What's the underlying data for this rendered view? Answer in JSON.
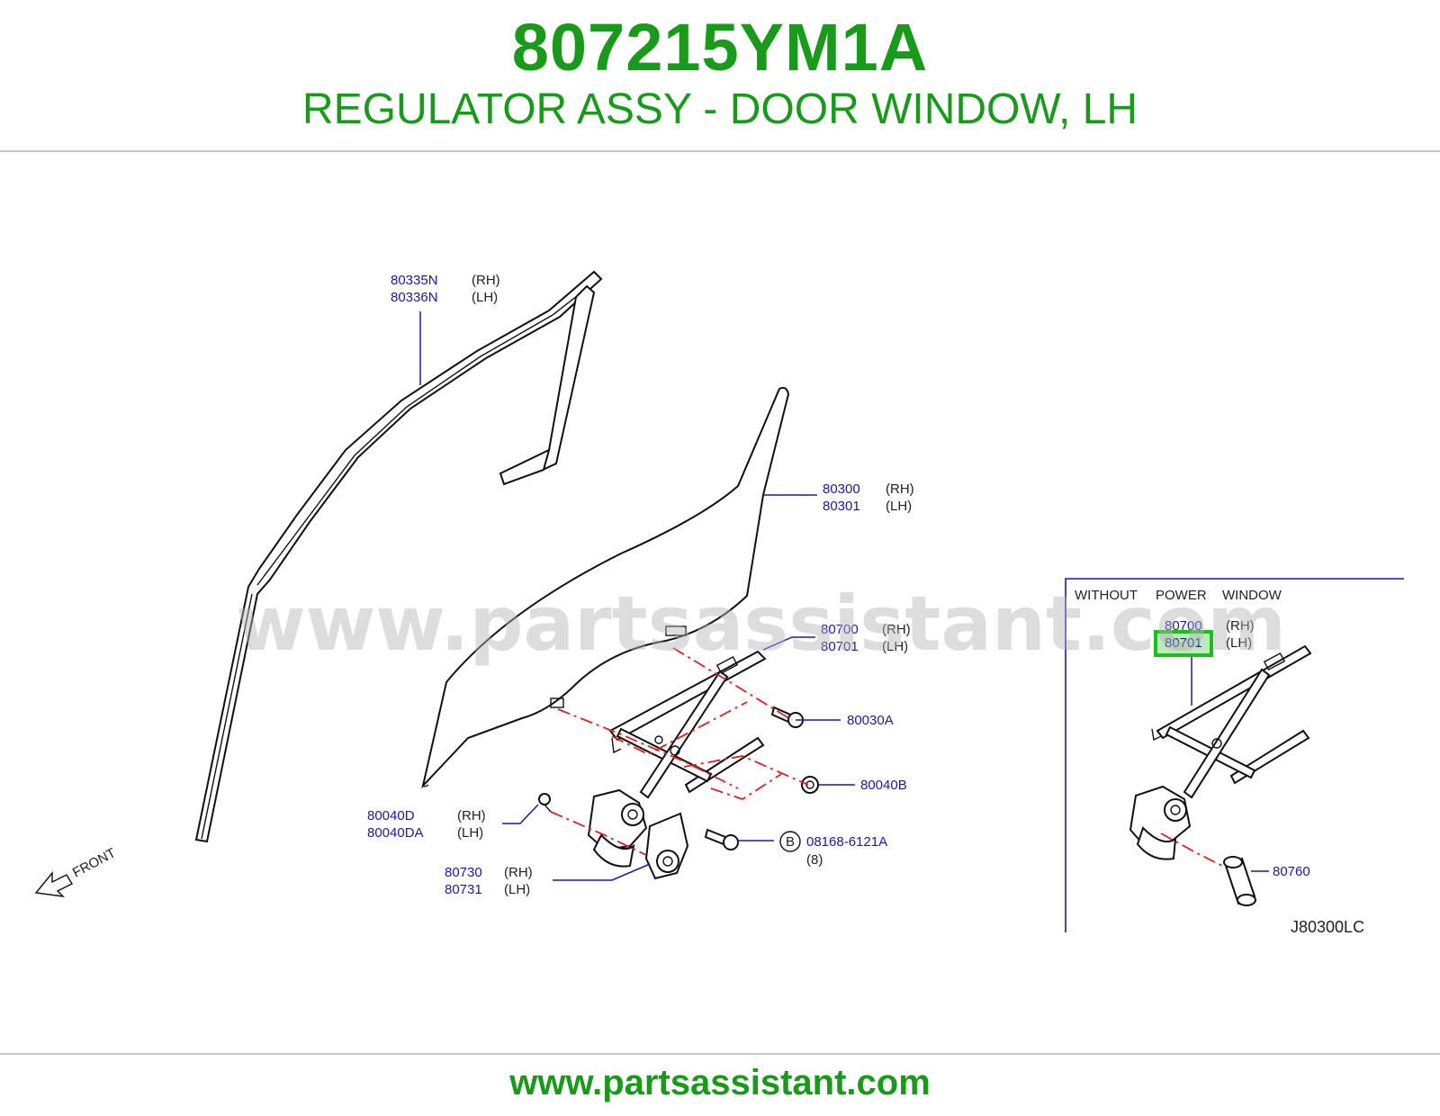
{
  "header": {
    "part_number": "807215YM1A",
    "description": "REGULATOR ASSY - DOOR WINDOW, LH"
  },
  "watermark": "www.partsassistant.com",
  "footer": {
    "url": "www.partsassistant.com"
  },
  "diagram": {
    "labels": {
      "sash_rh": "80335N",
      "sash_rh_side": "(RH)",
      "sash_lh": "80336N",
      "sash_lh_side": "(LH)",
      "glass_rh": "80300",
      "glass_rh_side": "(RH)",
      "glass_lh": "80301",
      "glass_lh_side": "(LH)",
      "reg_rh": "80700",
      "reg_rh_side": "(RH)",
      "reg_lh": "80701",
      "reg_lh_side": "(LH)",
      "bolt_a": "80030A",
      "nut_b": "80040B",
      "screw_rh": "80040D",
      "screw_rh_side": "(RH)",
      "screw_lh": "80040DA",
      "screw_lh_side": "(LH)",
      "motor_rh": "80730",
      "motor_rh_side": "(RH)",
      "motor_lh": "80731",
      "motor_lh_side": "(LH)",
      "bolt_b_marker": "B",
      "bolt_b": "08168-6121A",
      "bolt_b_qty": "(8)",
      "front": "FRONT"
    },
    "inset": {
      "title_1": "WITHOUT",
      "title_2": "POWER",
      "title_3": "WINDOW",
      "reg_rh": "80700",
      "reg_rh_side": "(RH)",
      "reg_lh": "80701",
      "reg_lh_side": "(LH)",
      "handle": "80760",
      "drawing_code": "J80300LC"
    },
    "highlight_color": "#18c018"
  }
}
